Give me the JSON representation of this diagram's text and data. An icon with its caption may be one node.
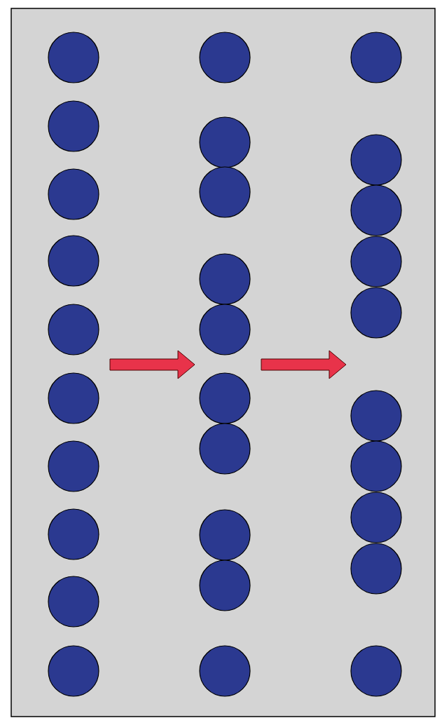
{
  "diagram": {
    "nodes": [
      {
        "text": [],
        "shape": "circle"
      },
      {
        "text": [],
        "shape": "circle"
      },
      {
        "text": [],
        "shape": "circle"
      },
      {
        "text": [],
        "shape": "circle"
      },
      {
        "text": [],
        "shape": "circle"
      },
      {
        "text": [],
        "shape": "circle"
      },
      {
        "text": [],
        "shape": "circle"
      },
      {
        "text": [],
        "shape": "circle"
      },
      {
        "text": [],
        "shape": "circle"
      },
      {
        "text": [],
        "shape": "circle"
      },
      {
        "text": [],
        "shape": "circle"
      },
      {
        "text": [],
        "shape": "circle"
      },
      {
        "text": [],
        "shape": "circle"
      },
      {
        "text": [],
        "shape": "circle"
      },
      {
        "text": [],
        "shape": "circle"
      },
      {
        "text": [],
        "shape": "circle"
      },
      {
        "text": [],
        "shape": "circle"
      },
      {
        "text": [],
        "shape": "circle"
      },
      {
        "text": [],
        "shape": "circle"
      },
      {
        "text": [],
        "shape": "circle"
      },
      {
        "text": [],
        "shape": "circle"
      },
      {
        "text": [],
        "shape": "circle"
      },
      {
        "text": [],
        "shape": "circle"
      },
      {
        "text": [],
        "shape": "circle"
      },
      {
        "text": [],
        "shape": "circle"
      },
      {
        "text": [],
        "shape": "circle"
      },
      {
        "text": [],
        "shape": "circle"
      },
      {
        "text": [],
        "shape": "circle"
      },
      {
        "text": [],
        "shape": "circle"
      },
      {
        "text": [],
        "shape": "circle"
      }
    ],
    "edges": [
      {
        "from": 5,
        "to": 15,
        "arrow": "to"
      },
      {
        "from": 15,
        "to": 25,
        "arrow": "to"
      }
    ]
  }
}
